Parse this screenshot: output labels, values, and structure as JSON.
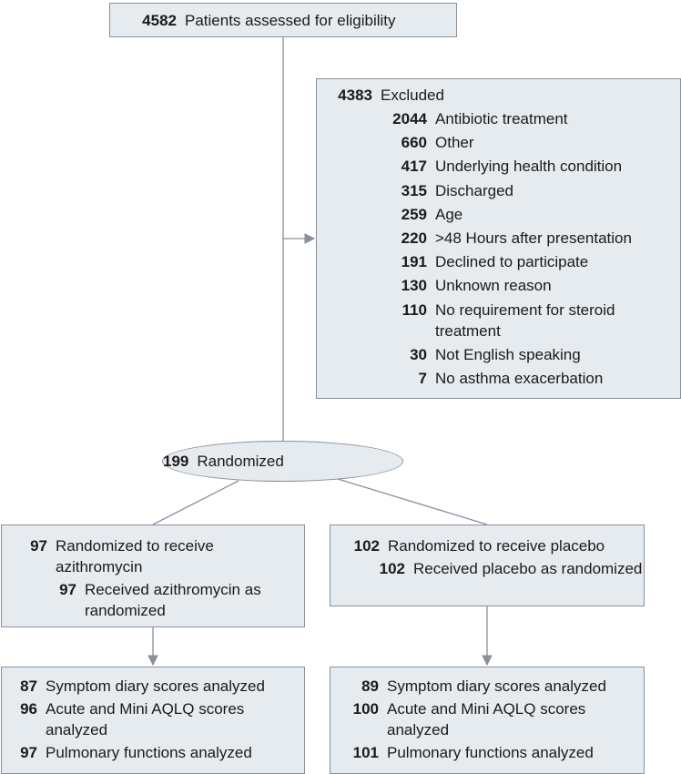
{
  "assessed": {
    "count": "4582",
    "label": "Patients assessed for eligibility"
  },
  "excluded": {
    "count": "4383",
    "label": "Excluded",
    "reasons": [
      {
        "count": "2044",
        "label": "Antibiotic treatment"
      },
      {
        "count": "660",
        "label": "Other"
      },
      {
        "count": "417",
        "label": "Underlying health condition"
      },
      {
        "count": "315",
        "label": "Discharged"
      },
      {
        "count": "259",
        "label": "Age"
      },
      {
        "count": "220",
        "label": ">48 Hours after presentation"
      },
      {
        "count": "191",
        "label": "Declined to participate"
      },
      {
        "count": "130",
        "label": "Unknown reason"
      },
      {
        "count": "110",
        "label": "No requirement for steroid treatment"
      },
      {
        "count": "30",
        "label": "Not English speaking"
      },
      {
        "count": "7",
        "label": "No asthma exacerbation"
      }
    ]
  },
  "randomized": {
    "count": "199",
    "label": "Randomized"
  },
  "azithromycin": {
    "count": "97",
    "label": "Randomized to receive azithromycin",
    "received": {
      "count": "97",
      "label": "Received azithromycin as randomized"
    },
    "analyzed": [
      {
        "count": "87",
        "label": "Symptom diary scores analyzed"
      },
      {
        "count": "96",
        "label": "Acute and Mini AQLQ scores analyzed"
      },
      {
        "count": "97",
        "label": "Pulmonary functions analyzed"
      }
    ]
  },
  "placebo": {
    "count": "102",
    "label": "Randomized to receive placebo",
    "received": {
      "count": "102",
      "label": "Received placebo as randomized"
    },
    "analyzed": [
      {
        "count": "89",
        "label": "Symptom diary scores analyzed"
      },
      {
        "count": "100",
        "label": "Acute and Mini AQLQ scores analyzed"
      },
      {
        "count": "101",
        "label": "Pulmonary functions analyzed"
      }
    ]
  },
  "colors": {
    "box_fill": "#e6ebf0",
    "box_border": "#8a9099",
    "line": "#8a9099"
  }
}
